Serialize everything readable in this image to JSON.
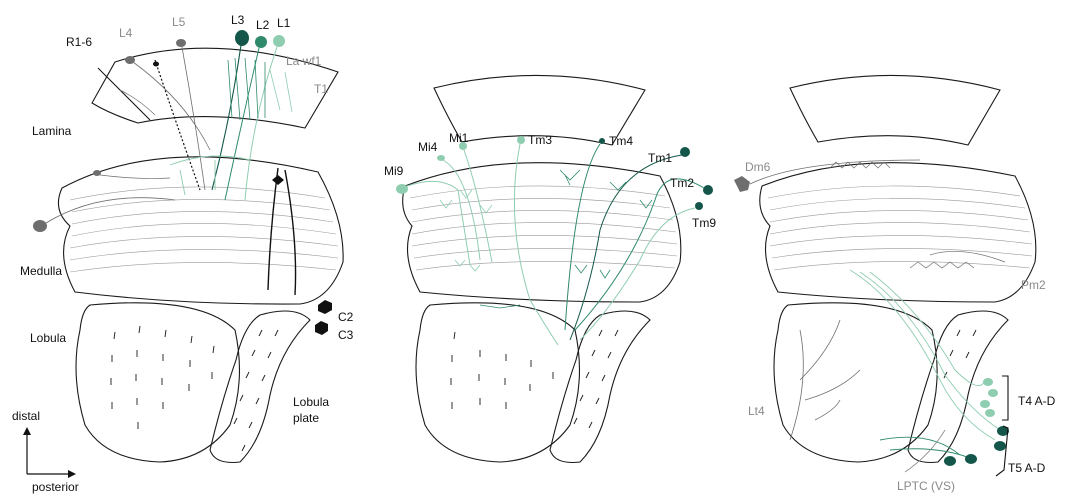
{
  "colors": {
    "outline": "#1a1a1a",
    "layer_line": "#9a9a9a",
    "gray_label": "#8a8a8a",
    "dark_label": "#111111",
    "neuron_light": "#8fcdb0",
    "neuron_mid": "#2f8a6c",
    "neuron_dark": "#14574a",
    "neuron_gray": "#6e6e6e",
    "neuron_black": "#111111"
  },
  "panel1": {
    "lamina": "Lamina",
    "medulla": "Medulla",
    "lobula": "Lobula",
    "lobula_plate_1": "Lobula",
    "lobula_plate_2": "plate",
    "r16": "R1-6",
    "l4": "L4",
    "l5": "L5",
    "l3": "L3",
    "l2": "L2",
    "l1": "L1",
    "lawf1": "La wf1",
    "t1": "T1",
    "c2": "C2",
    "c3": "C3",
    "axis_distal": "distal",
    "axis_posterior": "posterior"
  },
  "panel2": {
    "mi9": "Mi9",
    "mi4": "Mi4",
    "mi1": "Mi1",
    "tm3": "Tm3",
    "tm4": "Tm4",
    "tm1": "Tm1",
    "tm2": "Tm2",
    "tm9": "Tm9"
  },
  "panel3": {
    "dm6": "Dm6",
    "pm2": "Pm2",
    "lt4": "Lt4",
    "t4": "T4 A-D",
    "t5": "T5 A-D",
    "lptc": "LPTC (VS)"
  }
}
